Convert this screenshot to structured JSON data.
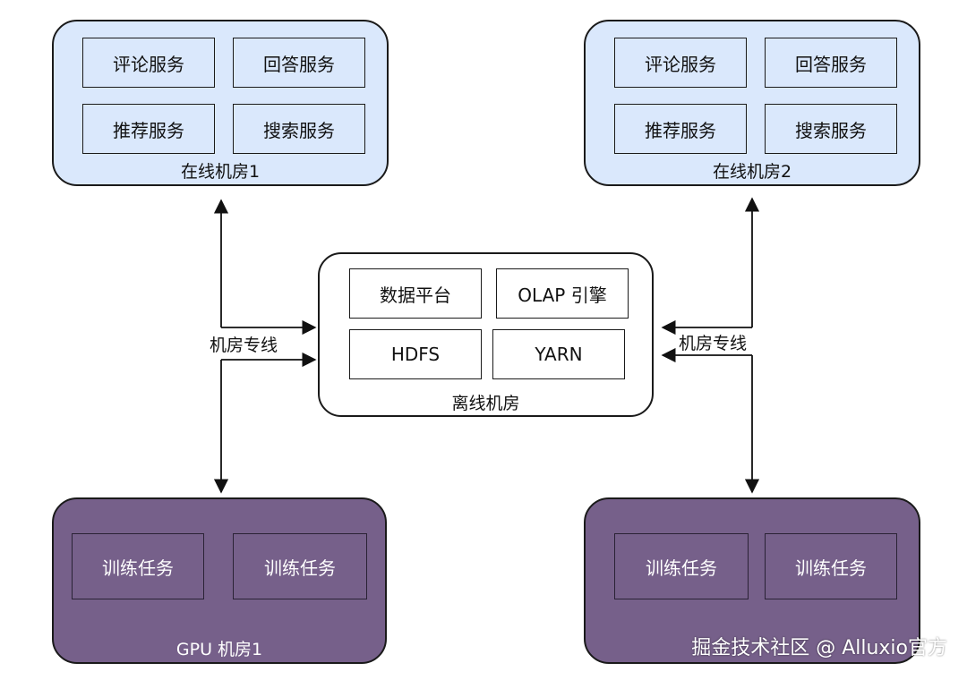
{
  "online_room_1": {
    "label": "在线机房1",
    "services": [
      "评论服务",
      "回答服务",
      "推荐服务",
      "搜索服务"
    ]
  },
  "online_room_2": {
    "label": "在线机房2",
    "services": [
      "评论服务",
      "回答服务",
      "推荐服务",
      "搜索服务"
    ]
  },
  "offline_room": {
    "label": "离线机房",
    "services": [
      "数据平台",
      "OLAP 引擎",
      "HDFS",
      "YARN"
    ]
  },
  "gpu_room_1": {
    "label": "GPU 机房1",
    "services": [
      "训练任务",
      "训练任务"
    ]
  },
  "gpu_room_2": {
    "services": [
      "训练任务",
      "训练任务"
    ]
  },
  "links": {
    "left_label": "机房专线",
    "right_label": "机房专线"
  },
  "watermark": "掘金技术社区 @ Alluxio官方",
  "colors": {
    "online_fill": "#dae8fc",
    "gpu_fill": "#76608a",
    "offline_fill": "#ffffff",
    "stroke": "#1a1a1a"
  }
}
